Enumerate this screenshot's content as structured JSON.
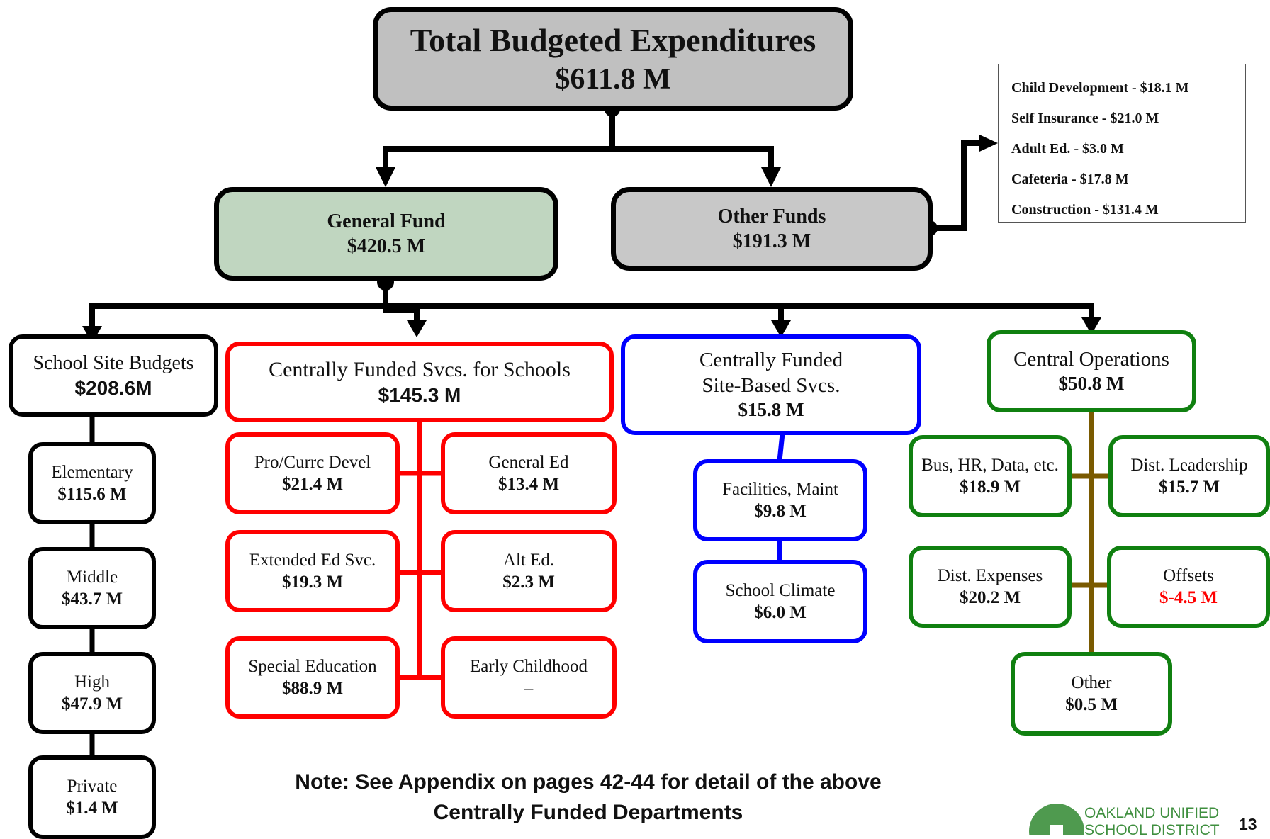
{
  "total": {
    "label": "Total Budgeted Expenditures",
    "value": "$611.8 M"
  },
  "general_fund": {
    "label": "General Fund",
    "value": "$420.5 M"
  },
  "other_funds": {
    "label": "Other Funds",
    "value": "$191.3 M"
  },
  "other_funds_list": [
    "Child Development - $18.1 M",
    "Self Insurance - $21.0 M",
    "Adult Ed. - $3.0 M",
    "Cafeteria - $17.8 M",
    "Construction - $131.4 M"
  ],
  "school_site": {
    "label": "School Site Budgets",
    "value": "$208.6M",
    "items": [
      {
        "label": "Elementary",
        "value": "$115.6 M"
      },
      {
        "label": "Middle",
        "value": "$43.7 M"
      },
      {
        "label": "High",
        "value": "$47.9 M"
      },
      {
        "label": "Private",
        "value": "$1.4 M"
      }
    ]
  },
  "central_svcs": {
    "label": "Centrally Funded Svcs. for Schools",
    "value": "$145.3 M",
    "items": [
      {
        "label": "Pro/Currc Devel",
        "value": "$21.4 M"
      },
      {
        "label": "General Ed",
        "value": "$13.4 M"
      },
      {
        "label": "Extended Ed Svc.",
        "value": "$19.3 M"
      },
      {
        "label": "Alt Ed.",
        "value": "$2.3 M"
      },
      {
        "label": "Special Education",
        "value": "$88.9 M"
      },
      {
        "label": "Early Childhood",
        "value": "–"
      }
    ]
  },
  "site_based": {
    "label_line1": "Centrally Funded",
    "label_line2": "Site-Based Svcs.",
    "value": "$15.8 M",
    "items": [
      {
        "label": "Facilities, Maint",
        "value": "$9.8 M"
      },
      {
        "label": "School Climate",
        "value": "$6.0 M"
      }
    ]
  },
  "central_ops": {
    "label": "Central Operations",
    "value": "$50.8 M",
    "items": [
      {
        "label": "Bus, HR, Data, etc.",
        "value": "$18.9 M"
      },
      {
        "label": "Dist. Leadership",
        "value": "$15.7 M"
      },
      {
        "label": "Dist. Expenses",
        "value": "$20.2 M"
      },
      {
        "label": "Offsets",
        "value": "$-4.5 M"
      },
      {
        "label": "Other",
        "value": "$0.5 M"
      }
    ]
  },
  "note_line1": "Note: See Appendix on pages 42-44 for detail of the above",
  "note_line2": "Centrally Funded Departments",
  "logo_line1": "OAKLAND UNIFIED",
  "logo_line2": "SCHOOL DISTRICT",
  "page_number": "13",
  "colors": {
    "site": "#000000",
    "central_svcs": "#ff0000",
    "site_based": "#0000ff",
    "central_ops": "#108010",
    "ops_trunk": "#7a5a00",
    "negative": "#ff0000",
    "general_fund_fill": "#c0d6c0",
    "gray_fill": "#c0c0c0"
  }
}
